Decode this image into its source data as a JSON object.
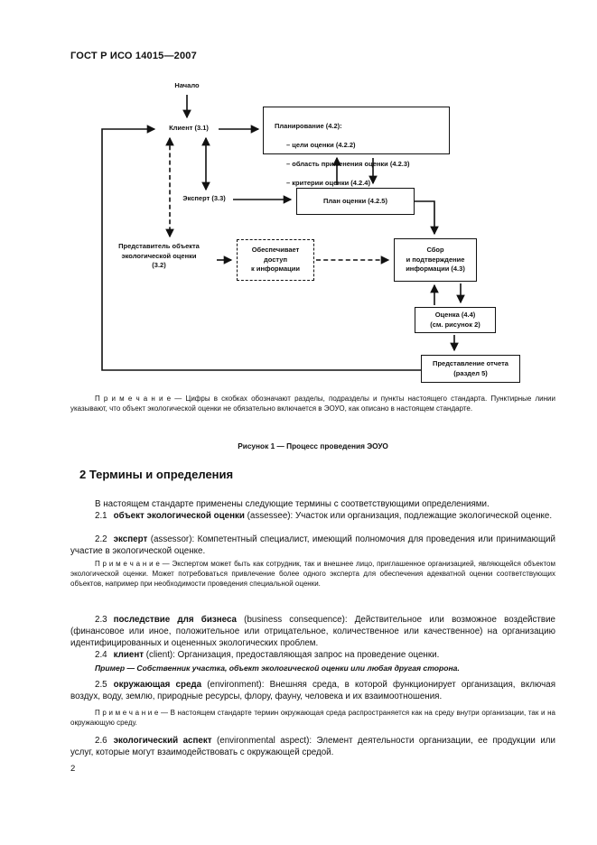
{
  "page": {
    "header": "ГОСТ Р ИСО 14015—2007",
    "number": "2"
  },
  "flowchart": {
    "start": "Начало",
    "client": "Клиент (3.1)",
    "expert": "Эксперт (3.3)",
    "assessee": "Представитель объекта\nэкологической оценки\n(3.2)",
    "planning": {
      "title": "Планирование (4.2):",
      "items": [
        "– цели оценки (4.2.2)",
        "– область применения оценки (4.2.3)",
        "– критерии оценки (4.2.4)"
      ]
    },
    "plan": "План оценки (4.2.5)",
    "access": "Обеспечивает\nдоступ\nк информации",
    "collect": "Сбор\nи подтверждение\nинформации (4.3)",
    "evaluate": "Оценка (4.4)\n(см. рисунок 2)",
    "report": "Представление отчета\n(раздел 5)"
  },
  "figure": {
    "note": "П р и м е ч а н и е — Цифры в скобках обозначают разделы, подразделы и пункты настоящего стандарта. Пунктирные линии указывают, что объект экологической оценки не обязательно включается в ЭОУО, как описано в настоящем стандарте.",
    "caption": "Рисунок 1 — Процесс проведения ЭОУО"
  },
  "section": {
    "heading": "2  Термины и определения",
    "intro": "В настоящем стандарте применены следующие термины с соответствующими определениями.",
    "terms": [
      {
        "num": "2.1",
        "term": "объект экологической оценки",
        "rest": " (assessee):  Участок или организация, подлежащие экологической оценке."
      },
      {
        "num": "2.2",
        "term": "эксперт",
        "rest": " (assessor):  Компетентный специалист, имеющий полномочия для проведения или принимающий участие в экологической оценке."
      },
      {
        "num": "2.3",
        "term": "последствие для бизнеса",
        "rest": " (business consequence):  Действительное или возможное воздействие (финансовое или иное, положительное или отрицательное, количественное или качественное) на организацию идентифицированных и оцененных экологических проблем."
      },
      {
        "num": "2.4",
        "term": "клиент",
        "rest": " (client):  Организация, предоставляющая запрос на проведение оценки."
      },
      {
        "num": "2.5",
        "term": "окружающая среда",
        "rest": " (environment):  Внешняя среда, в которой функционирует организация, включая воздух, воду, землю, природные ресурсы, флору, фауну, человека и их взаимоотношения."
      },
      {
        "num": "2.6",
        "term": "экологический аспект",
        "rest": " (environmental aspect):  Элемент деятельности организации, ее продукции или услуг, которые могут взаимодействовать с окружающей средой."
      }
    ],
    "note_expert": "П р и м е ч а н и е — Экспертом может быть как сотрудник, так и внешнее лицо, приглашенное организацией, являющейся объектом экологической оценки. Может потребоваться привлечение более одного эксперта для обеспечения адекватной оценки соответствующих объектов, например при необходимости проведения специальной оценки.",
    "example": "Пример — Собственник участка, объект экологической оценки или любая другая сторона.",
    "note_env": "П р и м е ч а н и е — В настоящем стандарте термин окружающая среда распространяется как на среду внутри организации, так и на окружающую среду."
  }
}
